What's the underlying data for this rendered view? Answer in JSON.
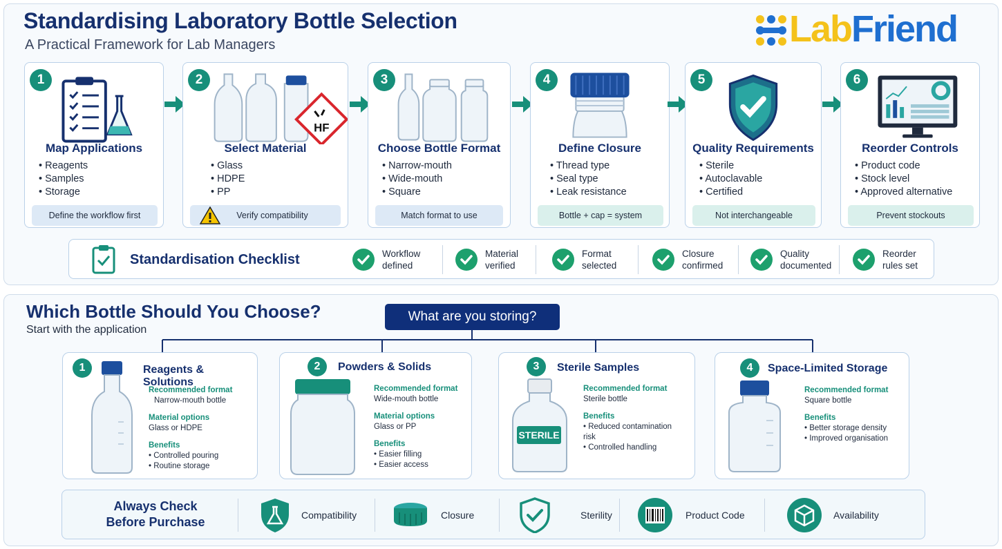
{
  "header": {
    "title": "Standardising Laboratory Bottle Selection",
    "subtitle": "A Practical Framework for Lab Managers",
    "logo": {
      "lab": "Lab",
      "friend": "Friend"
    }
  },
  "steps": [
    {
      "num": "1",
      "title": "Map Applications",
      "items": [
        "Reagents",
        "Samples",
        "Storage"
      ],
      "footer": "Define the workflow first",
      "icon": "clipboard-flask-icon"
    },
    {
      "num": "2",
      "title": "Select Material",
      "items": [
        "Glass",
        "HDPE",
        "PP"
      ],
      "footer": "Verify compatibility",
      "icon": "bottles-hazard-icon",
      "hazard_label": "HF"
    },
    {
      "num": "3",
      "title": "Choose Bottle Format",
      "items": [
        "Narrow-mouth",
        "Wide-mouth",
        "Square"
      ],
      "footer": "Match format to use",
      "icon": "bottle-formats-icon"
    },
    {
      "num": "4",
      "title": "Define Closure",
      "items": [
        "Thread type",
        "Seal type",
        "Leak resistance"
      ],
      "footer": "Bottle + cap = system",
      "icon": "screw-cap-icon"
    },
    {
      "num": "5",
      "title": "Quality Requirements",
      "items": [
        "Sterile",
        "Autoclavable",
        "Certified"
      ],
      "footer": "Not interchangeable",
      "icon": "shield-check-icon"
    },
    {
      "num": "6",
      "title": "Reorder Controls",
      "items": [
        "Product code",
        "Stock level",
        "Approved alternative"
      ],
      "footer": "Prevent stockouts",
      "icon": "dashboard-monitor-icon"
    }
  ],
  "checklist": {
    "title": "Standardisation Checklist",
    "items": [
      "Workflow\ndefined",
      "Material\nverified",
      "Format\nselected",
      "Closure\nconfirmed",
      "Quality\ndocumented",
      "Reorder\nrules set"
    ]
  },
  "chooser": {
    "title": "Which Bottle Should You Choose?",
    "subtitle": "Start with the application",
    "question": "What are you storing?",
    "options": [
      {
        "num": "1",
        "title": "Reagents & Solutions",
        "sections": [
          {
            "heading": "Recommended format",
            "lines": [
              "Narrow-mouth bottle"
            ],
            "style": "indent"
          },
          {
            "heading": "Material options",
            "lines": [
              "Glass or  HDPE"
            ],
            "style": "plain"
          },
          {
            "heading": "Benefits",
            "lines": [
              "Controlled pouring",
              "Routine storage"
            ],
            "style": "bullet"
          }
        ]
      },
      {
        "num": "2",
        "title": "Powders & Solids",
        "sections": [
          {
            "heading": "Recommended format",
            "lines": [
              "Wide-mouth bottle"
            ],
            "style": "plain"
          },
          {
            "heading": "Material options",
            "lines": [
              "Glass or PP"
            ],
            "style": "plain"
          },
          {
            "heading": "Benefits",
            "lines": [
              "Easier filling",
              "Easier access"
            ],
            "style": "bullet"
          }
        ]
      },
      {
        "num": "3",
        "title": "Sterile Samples",
        "label": "STERILE",
        "sections": [
          {
            "heading": "Recommended format",
            "lines": [
              "Sterile bottle"
            ],
            "style": "plain"
          },
          {
            "heading": "Benefits",
            "lines": [
              "Reduced contamination\nrisk",
              "Controlled handling"
            ],
            "style": "bullet"
          }
        ]
      },
      {
        "num": "4",
        "title": "Space-Limited Storage",
        "sections": [
          {
            "heading": "Recommended format",
            "lines": [
              "Square bottle"
            ],
            "style": "plain"
          },
          {
            "heading": "Benefits",
            "lines": [
              "Better storage density",
              "Improved organisation"
            ],
            "style": "bullet"
          }
        ]
      }
    ]
  },
  "always_check": {
    "title": "Always Check\nBefore Purchase",
    "items": [
      {
        "label": "Compatibility",
        "icon": "flask-shield-icon"
      },
      {
        "label": "Closure",
        "icon": "cap-icon"
      },
      {
        "label": "Sterility",
        "icon": "shield-check-icon"
      },
      {
        "label": "Product Code",
        "icon": "barcode-icon"
      },
      {
        "label": "Availability",
        "icon": "box-icon"
      }
    ]
  },
  "colors": {
    "navy": "#16306e",
    "teal": "#178f7a",
    "green": "#1da06d",
    "logo_yellow": "#f4c21b",
    "logo_blue": "#1f6fd0"
  }
}
